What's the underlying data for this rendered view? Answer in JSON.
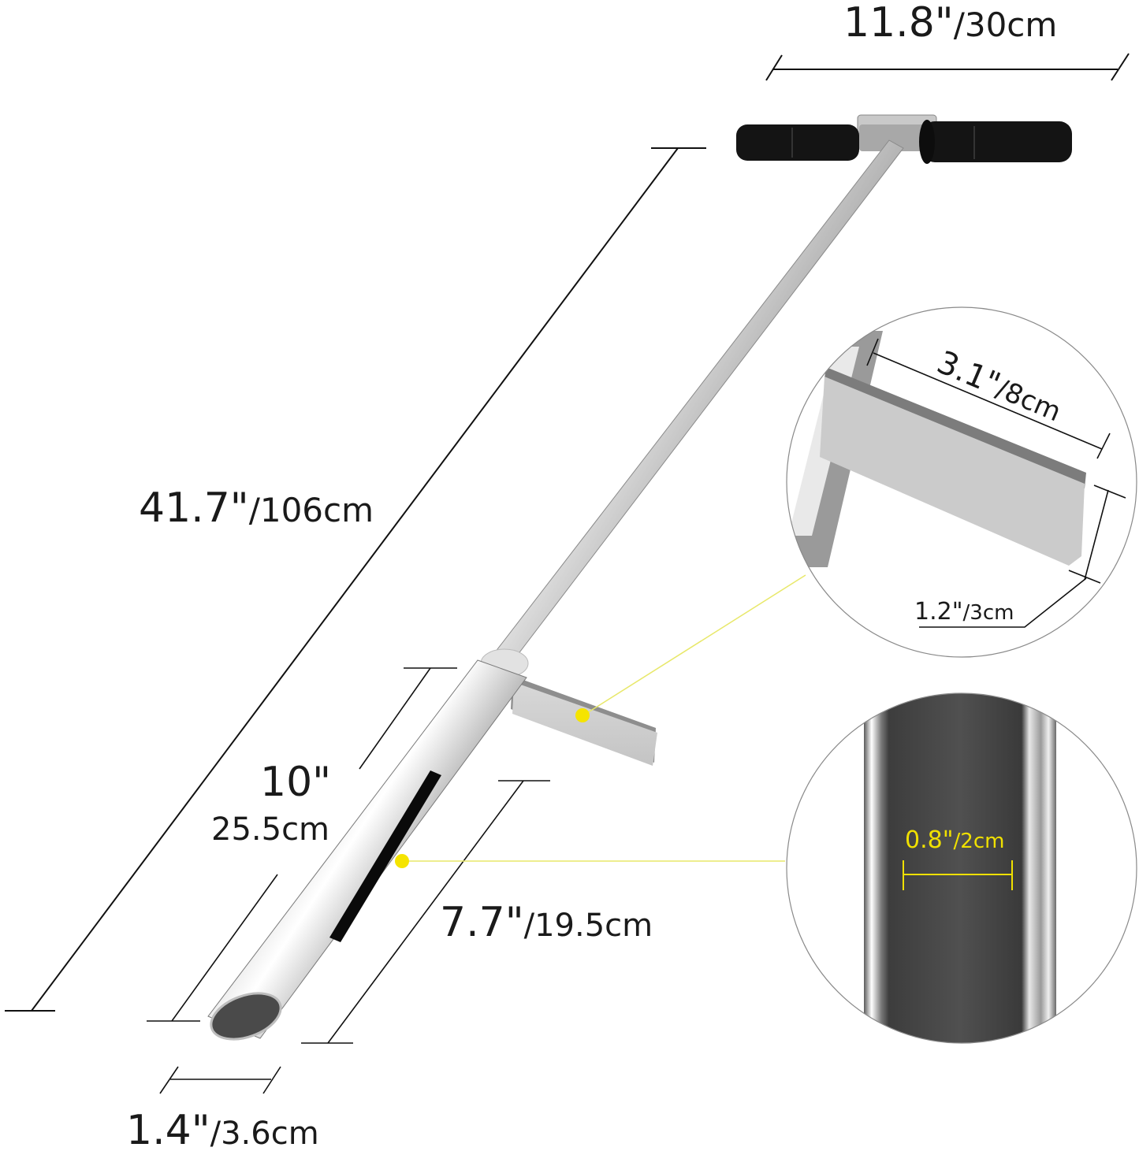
{
  "title": "Soil sampler probe dimensions",
  "colors": {
    "background": "#ffffff",
    "dimension_line": "#111111",
    "text": "#1a1a1a",
    "callout_yellow": "#f5e400",
    "callout_line": "#e8e86a",
    "grip": "#151515",
    "steel_light": "#e6e6e6",
    "steel_dark": "#6e6e6e",
    "pedal": "#cfcfcf"
  },
  "dimensions": {
    "handle_width": {
      "imperial": "11.8\"",
      "metric": "/30cm"
    },
    "total_length": {
      "imperial": "41.7\"",
      "metric": "/106cm"
    },
    "tube_length": {
      "imperial": "10\"",
      "metric": "25.5cm"
    },
    "slot_length": {
      "imperial": "7.7\"",
      "metric": "/19.5cm"
    },
    "tip_diameter": {
      "imperial": "1.4\"",
      "metric": "/3.6cm"
    },
    "pedal_length": {
      "imperial": "3.1\"",
      "metric": "/8cm"
    },
    "pedal_width": {
      "imperial": "1.2\"",
      "metric": "/3cm"
    },
    "slot_width": {
      "imperial": "0.8\"",
      "metric": "/2cm"
    }
  },
  "callouts": [
    {
      "name": "pedal-detail",
      "target": "foot pedal"
    },
    {
      "name": "slot-detail",
      "target": "sampling slot"
    }
  ]
}
